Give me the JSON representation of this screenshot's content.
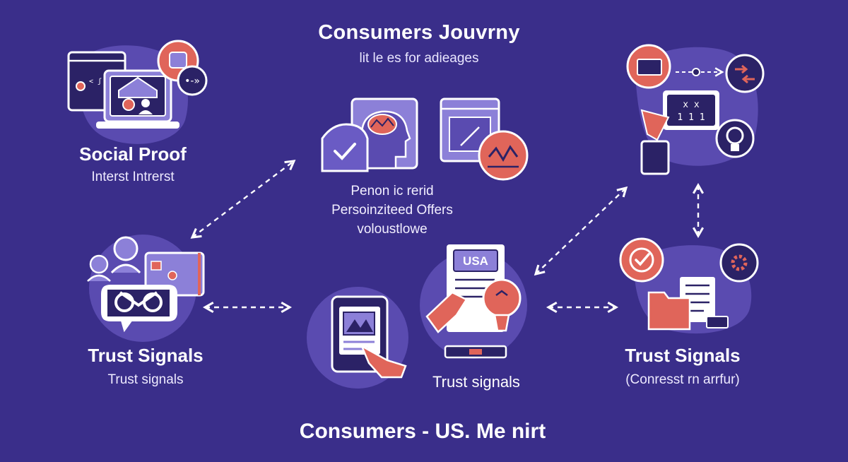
{
  "header": {
    "title": "Consumers Jouvrny",
    "subtitle": "lit le es for adieages"
  },
  "nodes": {
    "social_proof": {
      "title": "Social Proof",
      "subtitle": "Interst Intrerst"
    },
    "personalized": {
      "lines": [
        "Penon ic rerid",
        "Persoinziteed Offers",
        "voloustlowe"
      ]
    },
    "top_right": {},
    "trust_left": {
      "title": "Trust Signals",
      "subtitle": "Trust signals"
    },
    "trust_center": {
      "title": "Trust  signals",
      "badge": "USA"
    },
    "trust_right": {
      "title": "Trust Signals",
      "subtitle": "(Conresst rn arrfur)"
    }
  },
  "icon_text": {
    "screen_code": "x x\n1 1 1",
    "window_code": "< ʃ ᴅᴇ"
  },
  "footer": {
    "text": "Consumers - US. Me nirt"
  },
  "colors": {
    "background": "#3a2e8a",
    "blob": "#5a4bb0",
    "icon_fill": "#8c80d8",
    "icon_dark": "#2b2266",
    "accent": "#e0655a",
    "line": "#ffffff"
  }
}
